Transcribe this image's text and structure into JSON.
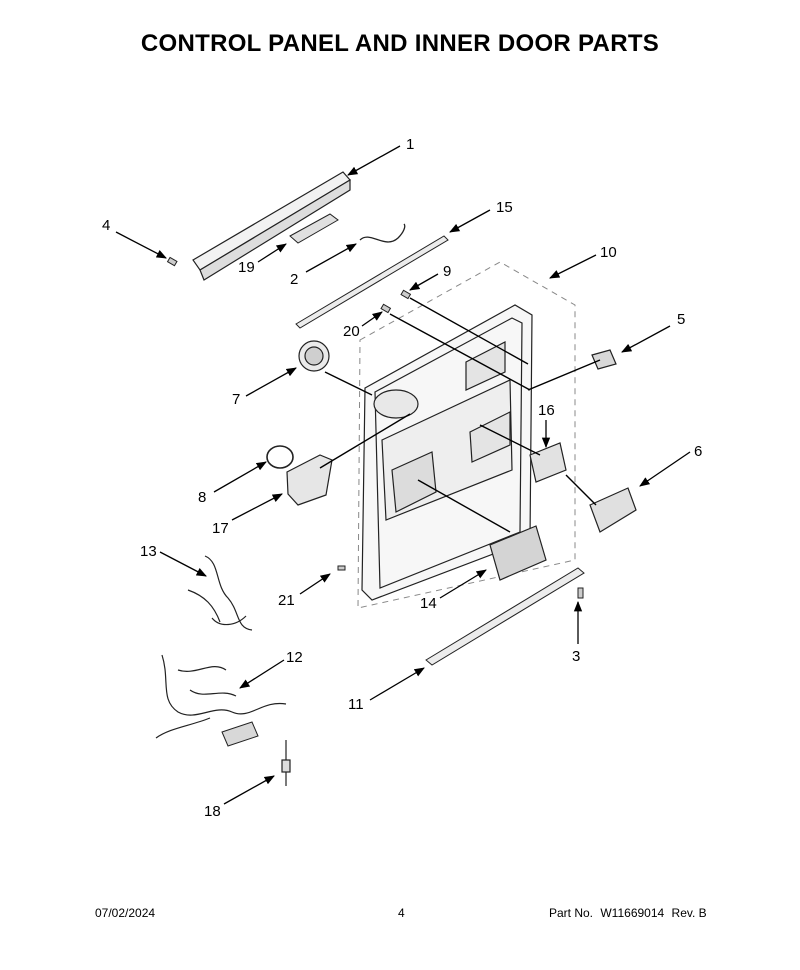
{
  "title": "CONTROL PANEL AND INNER DOOR PARTS",
  "callouts": {
    "c1": "1",
    "c2": "2",
    "c3": "3",
    "c4": "4",
    "c5": "5",
    "c6": "6",
    "c7": "7",
    "c8": "8",
    "c9": "9",
    "c10": "10",
    "c11": "11",
    "c12": "12",
    "c13": "13",
    "c14": "14",
    "c15": "15",
    "c16": "16",
    "c17": "17",
    "c18": "18",
    "c19": "19",
    "c20": "20",
    "c21": "21"
  },
  "footer": {
    "date": "07/02/2024",
    "page": "4",
    "part_label": "Part No.",
    "part_number": "W11669014",
    "rev": "Rev. B"
  }
}
